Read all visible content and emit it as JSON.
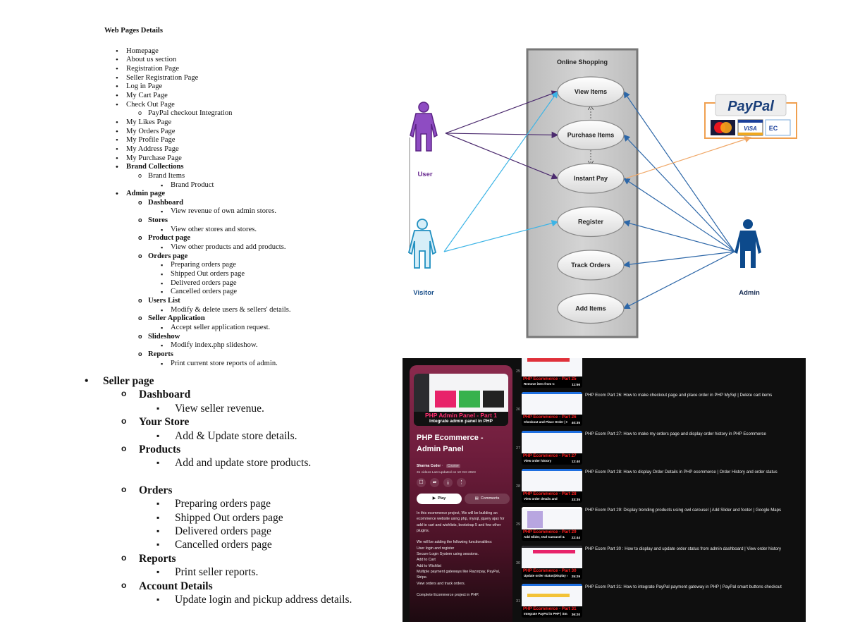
{
  "web_pages": {
    "title": "Web Pages Details",
    "items": [
      {
        "level": 1,
        "text": "Homepage",
        "bold": false
      },
      {
        "level": 1,
        "text": "About us section",
        "bold": false
      },
      {
        "level": 1,
        "text": "Registration Page",
        "bold": false
      },
      {
        "level": 1,
        "text": "Seller Registration Page",
        "bold": false
      },
      {
        "level": 1,
        "text": "Log in Page",
        "bold": false
      },
      {
        "level": 1,
        "text": "My Cart Page",
        "bold": false
      },
      {
        "level": 1,
        "text": "Check Out Page",
        "bold": false
      },
      {
        "level": 2,
        "text": "PayPal checkout Integration",
        "bold": false
      },
      {
        "level": 1,
        "text": "My Likes Page",
        "bold": false
      },
      {
        "level": 1,
        "text": "My Orders Page",
        "bold": false
      },
      {
        "level": 1,
        "text": "My Profile Page",
        "bold": false
      },
      {
        "level": 1,
        "text": "My Address Page",
        "bold": false
      },
      {
        "level": 1,
        "text": "My Purchase Page",
        "bold": false
      },
      {
        "level": 1,
        "text": "Brand Collections",
        "bold": true
      },
      {
        "level": 2,
        "text": "Brand Items",
        "bold": false
      },
      {
        "level": 3,
        "text": "Brand Product",
        "bold": false
      },
      {
        "level": 1,
        "text": "Admin page",
        "bold": true
      },
      {
        "level": 2,
        "text": "Dashboard",
        "bold": true
      },
      {
        "level": 3,
        "text": "View revenue of own admin stores.",
        "bold": false
      },
      {
        "level": 2,
        "text": "Stores",
        "bold": true
      },
      {
        "level": 3,
        "text": "View other stores and stores.",
        "bold": false
      },
      {
        "level": 2,
        "text": "Product page",
        "bold": true
      },
      {
        "level": 3,
        "text": "View other products and add products.",
        "bold": false
      },
      {
        "level": 2,
        "text": "Orders page",
        "bold": true
      },
      {
        "level": 3,
        "text": "Preparing orders page",
        "bold": false
      },
      {
        "level": 3,
        "text": "Shipped Out orders page",
        "bold": false
      },
      {
        "level": 3,
        "text": "Delivered orders page",
        "bold": false
      },
      {
        "level": 3,
        "text": "Cancelled orders page",
        "bold": false
      },
      {
        "level": 2,
        "text": "Users List",
        "bold": true
      },
      {
        "level": 3,
        "text": "Modify & delete users & sellers' details.",
        "bold": false
      },
      {
        "level": 2,
        "text": "Seller Application",
        "bold": true
      },
      {
        "level": 3,
        "text": "Accept seller application request.",
        "bold": false
      },
      {
        "level": 2,
        "text": "Slideshow",
        "bold": true
      },
      {
        "level": 3,
        "text": "Modify index.php slideshow.",
        "bold": false
      },
      {
        "level": 2,
        "text": "Reports",
        "bold": true
      },
      {
        "level": 3,
        "text": "Print current store reports of admin.",
        "bold": false
      }
    ]
  },
  "seller_page": {
    "items": [
      {
        "level": 1,
        "text": "Seller page"
      },
      {
        "level": 2,
        "text": "Dashboard"
      },
      {
        "level": 3,
        "text": "View seller revenue."
      },
      {
        "level": 2,
        "text": "Your Store"
      },
      {
        "level": 3,
        "text": "Add & Update store details."
      },
      {
        "level": 2,
        "text": "Products"
      },
      {
        "level": 3,
        "text": "Add and update store products."
      },
      {
        "level": 0,
        "text": ""
      },
      {
        "level": 2,
        "text": "Orders"
      },
      {
        "level": 3,
        "text": "Preparing orders page"
      },
      {
        "level": 3,
        "text": "Shipped Out orders page"
      },
      {
        "level": 3,
        "text": "Delivered orders page"
      },
      {
        "level": 3,
        "text": "Cancelled orders page"
      },
      {
        "level": 2,
        "text": "Reports"
      },
      {
        "level": 3,
        "text": "Print seller reports."
      },
      {
        "level": 2,
        "text": "Account Details"
      },
      {
        "level": 3,
        "text": "Update login and pickup address details."
      }
    ]
  },
  "use_case_diagram": {
    "system_title": "Online Shopping",
    "use_cases": [
      "View Items",
      "Purchase Items",
      "Instant Pay",
      "Register",
      "Track Orders",
      "Add Items"
    ],
    "actors": [
      {
        "name": "User",
        "color": "#6a2c91",
        "fill": "#8e4cc2"
      },
      {
        "name": "Visitor",
        "color": "#1f8fc0",
        "fill": "#d6eef8"
      },
      {
        "name": "Admin",
        "color": "#0d4a8c",
        "fill": "#0d4a8c"
      }
    ],
    "payment": {
      "brand": "PayPal",
      "cards": [
        "MasterCard",
        "VISA",
        "EC"
      ]
    },
    "colors": {
      "user_line": "#4b2a6e",
      "visitor_line": "#3cb4e6",
      "admin_line": "#2d67a8",
      "paypal_line": "#f0a868",
      "system_bg": "#c8c8c8",
      "system_border": "#7a7a7a"
    }
  },
  "playlist": {
    "hero_caption_1": "PHP Admin Panel - Part 1",
    "hero_caption_2": "Integrate admin panel in PHP",
    "title": "PHP Ecommerce - Admin Panel",
    "channel": "Sharma Coder",
    "badge": "Course",
    "meta": "31 videos  Last updated on 10 Oct 2023",
    "icons": [
      "bookmark-icon",
      "share-icon",
      "download-icon",
      "more-icon"
    ],
    "play_label": "Play",
    "comments_label": "Comments",
    "description": "In this ecommerce project, We will be building an ecommerce website using php, mysql, jquery ajax for add to cart and wishlists, bootstrap 5 and few other plugins.\n\nWe will be adding the following functionalities:\nUser login and register\nSecure Login System using sessions.\nAdd to Cart\nAdd to Wishlist\nMultiple payment gateways like Razorpay, PayPal, Stripe.\nView orders and track orders.\n\nComplete Ecommerce project in PHP.",
    "videos": [
      {
        "index": "25",
        "title": "",
        "cap1": "PHP Ecommerce - Part 25",
        "cap2": "Remove item from C",
        "duration": "11:56"
      },
      {
        "index": "26",
        "title": "PHP Ecom Part 26: How to make checkout page and place order in PHP MySql | Delete cart items",
        "cap1": "PHP Ecommerce - Part 26",
        "cap2": "Checkout and Place Order | Ch",
        "duration": "40:35"
      },
      {
        "index": "27",
        "title": "PHP Ecom Part 27: How to make my orders page and display order history in PHP Ecommerce",
        "cap1": "PHP Ecommerce - Part 27",
        "cap2": "View order history",
        "duration": "12:40"
      },
      {
        "index": "28",
        "title": "PHP Ecom Part 28: How to display Order Details in PHP ecommerce | Order History and order status",
        "cap1": "PHP Ecommerce - Part 28",
        "cap2": "View order details and",
        "duration": "33:35"
      },
      {
        "index": "29",
        "title": "PHP Ecom Part 29: Display trending products using owl carousel | Add Slider and footer | Google Maps",
        "cap1": "PHP Ecommerce - Part 29",
        "cap2": "Add Slider, Owl Carousel &",
        "duration": "22:44"
      },
      {
        "index": "30",
        "title": "PHP Ecom Part 30 : How to display and update order status from admin dashboard | View order history",
        "cap1": "PHP Ecommerce - Part 30",
        "cap2": "Update order status|Display order",
        "duration": "25:29"
      },
      {
        "index": "31",
        "title": "PHP Ecom Part 31: How to integrate PayPal payment gateway in PHP | PayPal smart buttons checkout",
        "cap1": "PHP Ecommerce - Part 31",
        "cap2": "Integrate PayPal in PHP | Smart",
        "duration": "36:20"
      }
    ]
  }
}
